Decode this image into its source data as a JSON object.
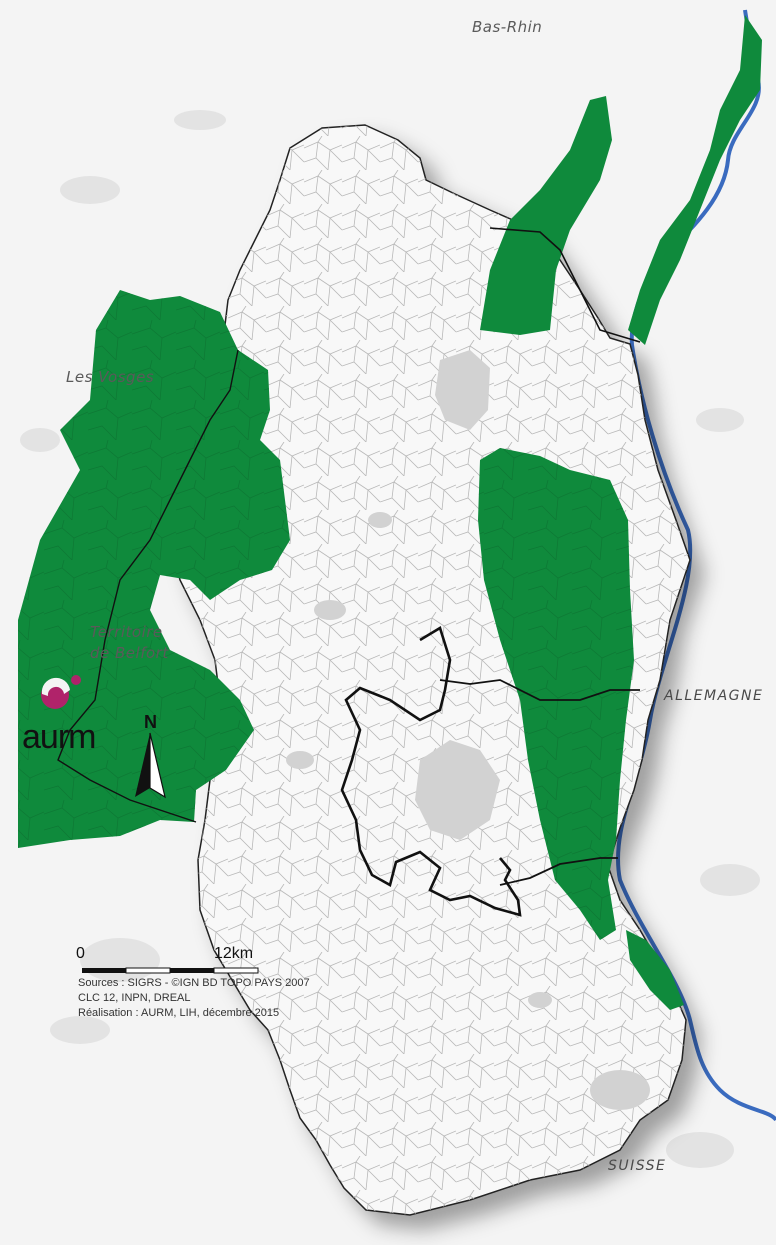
{
  "labels": {
    "north_region": "Bas-Rhin",
    "west_region": "Les Vosges",
    "southwest_region_line1": "Territoire",
    "southwest_region_line2": "de Belfort",
    "east_country": "ALLEMAGNE",
    "south_country": "SUISSE"
  },
  "logo": {
    "text": "aurm"
  },
  "north_arrow": {
    "label": "N"
  },
  "scale_bar": {
    "start_label": "0",
    "end_label": "12km"
  },
  "credits": {
    "line1": "Sources : SIGRS - ©IGN BD TOPO PAYS 2007",
    "line2": "CLC 12, INPN, DREAL",
    "line3": "Réalisation : AURM, LIH, décembre 2015"
  },
  "colors": {
    "background": "#f4f4f4",
    "territory": "#f8f8f8",
    "protected_area": "#0f8a3c",
    "urban": "#d2d2d2",
    "border": "#111111",
    "river": "#3a6bbf",
    "logo_accent": "#b0236a"
  }
}
